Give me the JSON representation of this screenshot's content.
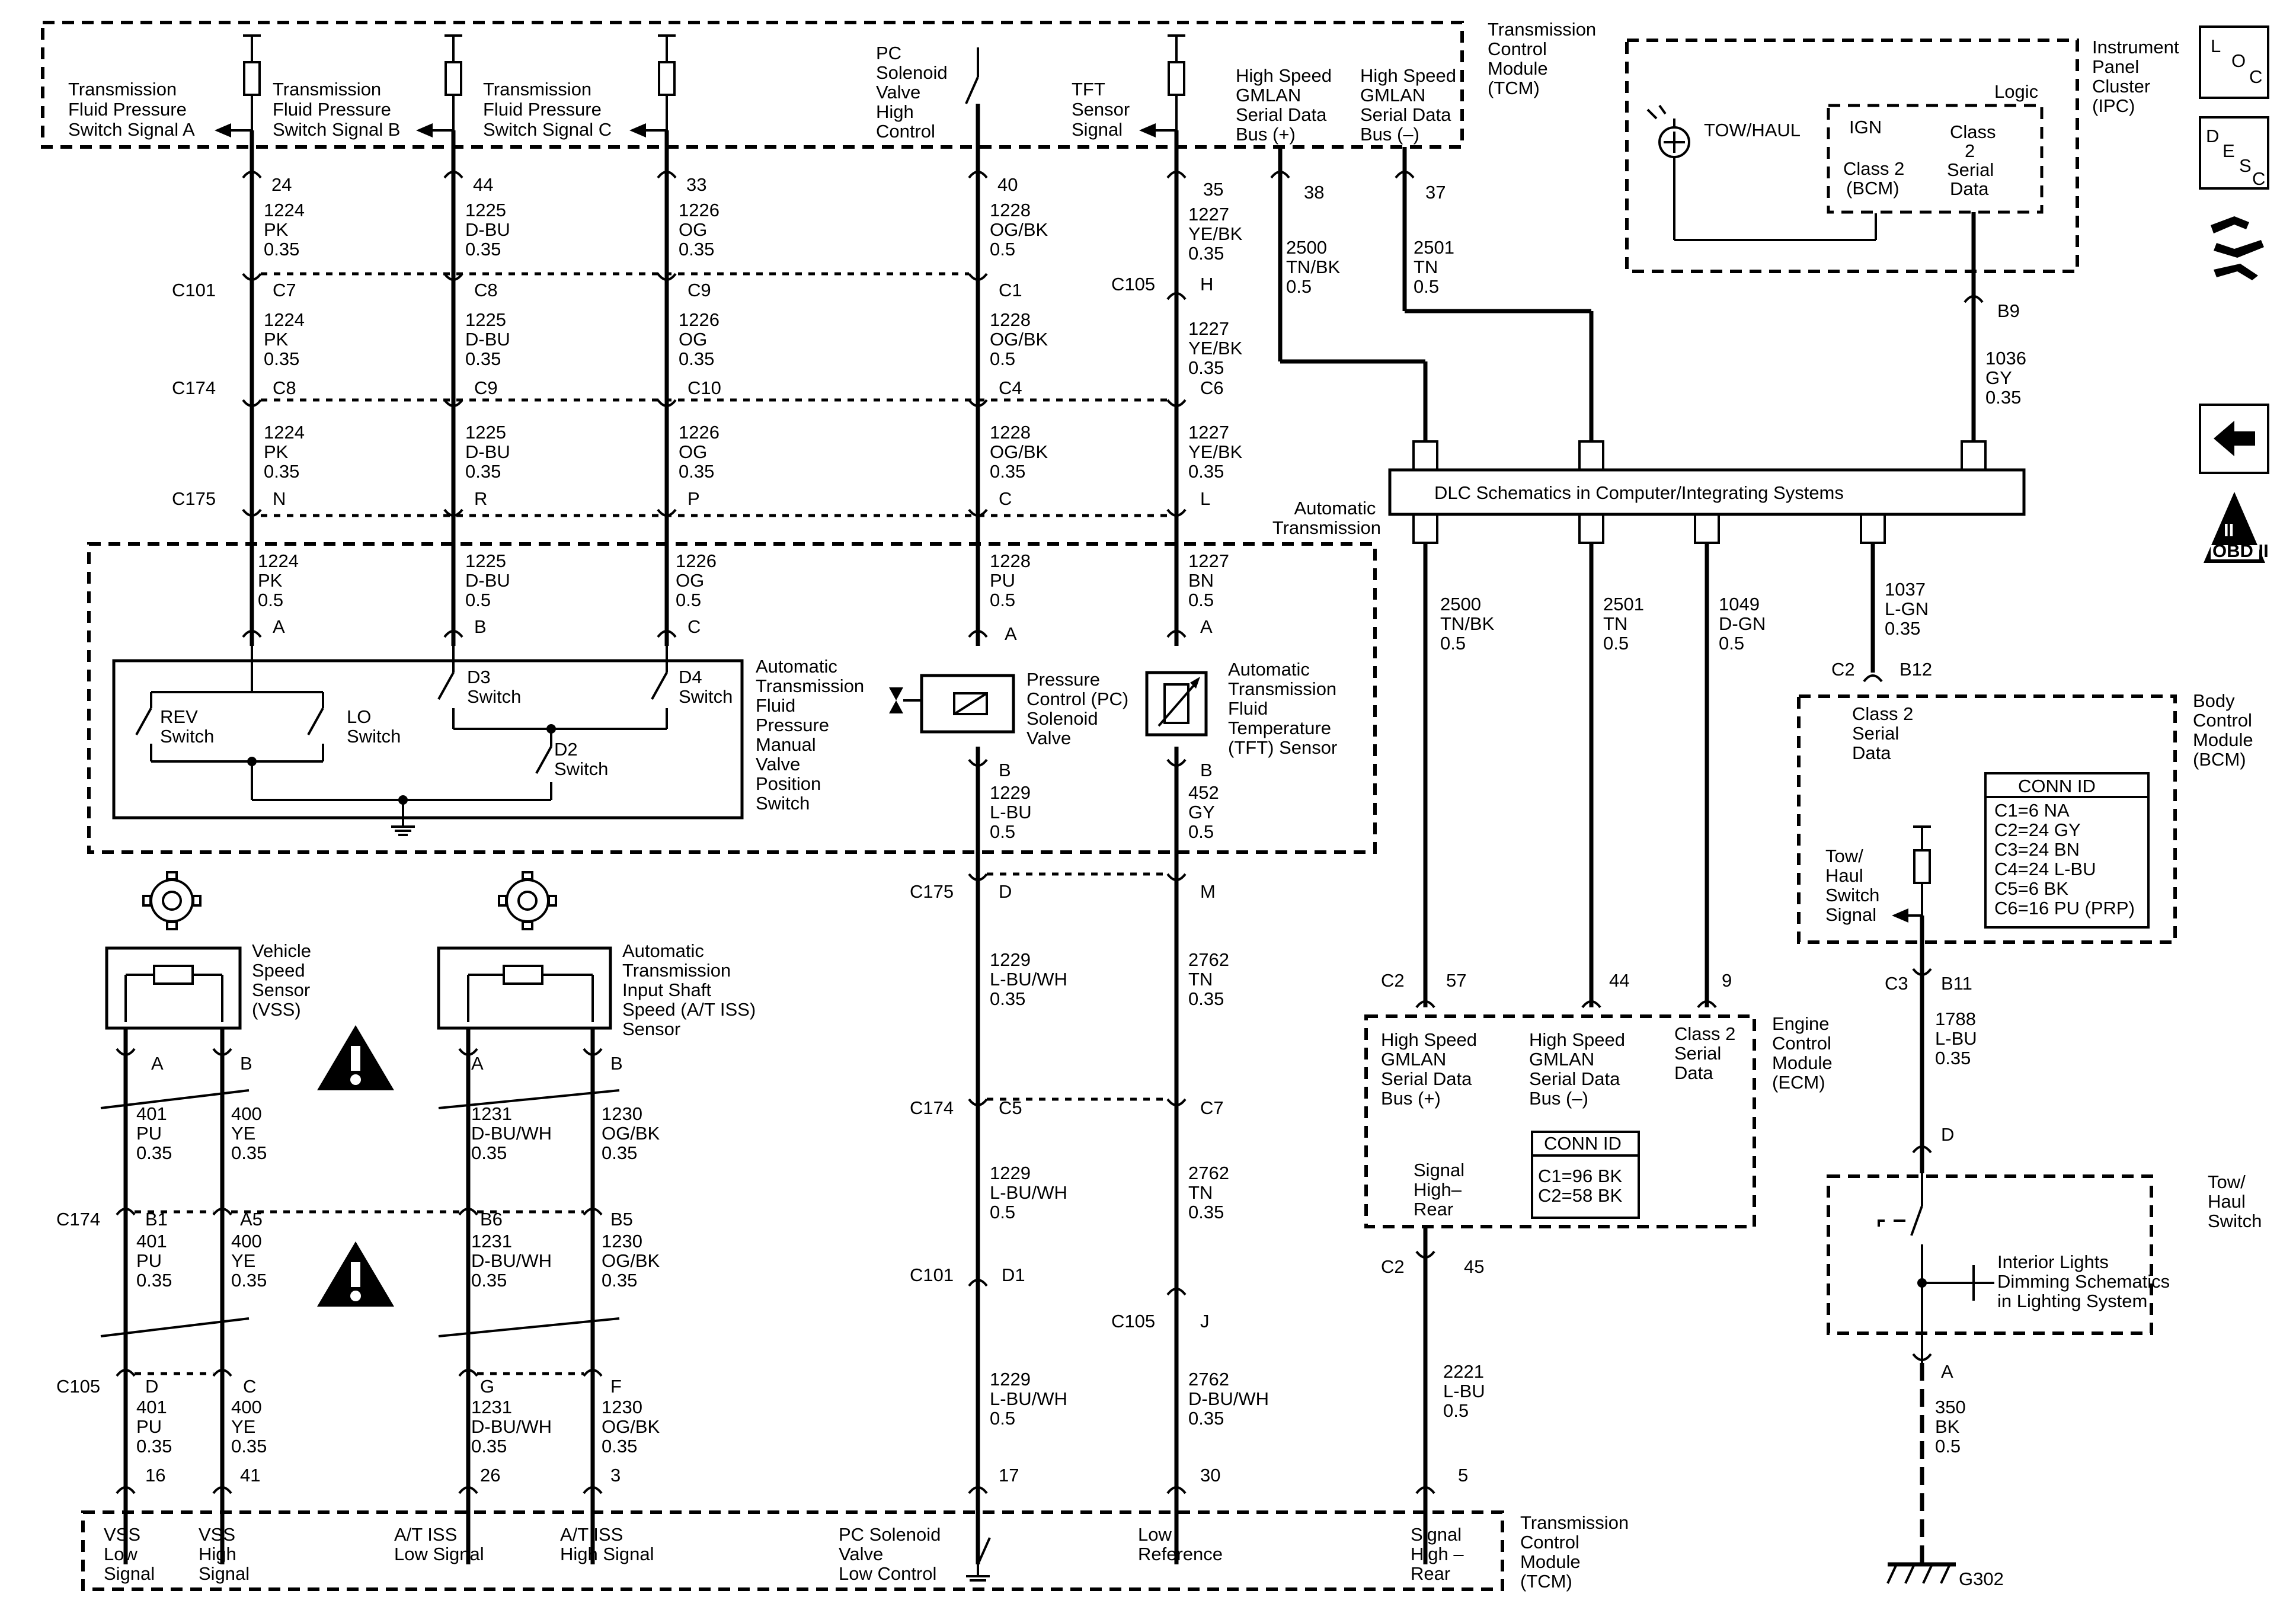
{
  "modules": {
    "tcm_top": [
      "Transmission",
      "Control",
      "Module",
      "(TCM)"
    ],
    "tcm_bottom": [
      "Transmission",
      "Control",
      "Module",
      "(TCM)"
    ],
    "ipc": [
      "Instrument",
      "Panel",
      "Cluster",
      "(IPC)"
    ],
    "bcm": [
      "Body",
      "Control",
      "Module",
      "(BCM)"
    ],
    "ecm": [
      "Engine",
      "Control",
      "Module",
      "(ECM)"
    ],
    "tow_haul_switch": [
      "Tow/",
      "Haul",
      "Switch"
    ],
    "auto_trans": [
      "Automatic",
      "Transmission"
    ]
  },
  "tcm_top_signals": {
    "tfp_a": [
      "Transmission",
      "Fluid Pressure",
      "Switch Signal A"
    ],
    "tfp_b": [
      "Transmission",
      "Fluid Pressure",
      "Switch Signal B"
    ],
    "tfp_c": [
      "Transmission",
      "Fluid Pressure",
      "Switch Signal C"
    ],
    "pc_high": [
      "PC",
      "Solenoid",
      "Valve",
      "High",
      "Control"
    ],
    "tft_signal": [
      "TFT",
      "Sensor",
      "Signal"
    ],
    "gmlan_plus": [
      "High Speed",
      "GMLAN",
      "Serial Data",
      "Bus (+)"
    ],
    "gmlan_minus": [
      "High Speed",
      "GMLAN",
      "Serial Data",
      "Bus (–)"
    ]
  },
  "ipc": {
    "tow_haul": "TOW/HAUL",
    "logic": "Logic",
    "ign": "IGN",
    "class2_bcm": [
      "Class 2",
      "(BCM)"
    ],
    "class2_serial": [
      "Class",
      "2",
      "Serial",
      "Data"
    ]
  },
  "dlc": "DLC Schematics in Computer/Integrating Systems",
  "wires": {
    "a_tcm": [
      "24",
      "1224",
      "PK",
      "0.35"
    ],
    "b_tcm": [
      "44",
      "1225",
      "D-BU",
      "0.35"
    ],
    "c_tcm": [
      "33",
      "1226",
      "OG",
      "0.35"
    ],
    "pc_tcm": [
      "40",
      "1228",
      "OG/BK",
      "0.5"
    ],
    "tft_tcm": [
      "35",
      "1227",
      "YE/BK",
      "0.35"
    ],
    "g38": [
      "38",
      "2500",
      "TN/BK",
      "0.5"
    ],
    "g37": [
      "37",
      "2501",
      "TN",
      "0.5"
    ],
    "a_101": [
      "1224",
      "PK",
      "0.35"
    ],
    "b_101": [
      "1225",
      "D-BU",
      "0.35"
    ],
    "c_101": [
      "1226",
      "OG",
      "0.35"
    ],
    "pc_101": [
      "1228",
      "OG/BK",
      "0.5"
    ],
    "tft_105": [
      "1227",
      "YE/BK",
      "0.35"
    ],
    "a_174": [
      "1224",
      "PK",
      "0.35"
    ],
    "b_174": [
      "1225",
      "D-BU",
      "0.35"
    ],
    "c_174": [
      "1226",
      "OG",
      "0.35"
    ],
    "pc_174": [
      "1228",
      "OG/BK",
      "0.35"
    ],
    "tft_174": [
      "1227",
      "YE/BK",
      "0.35"
    ],
    "a_175": [
      "1224",
      "PK",
      "0.5"
    ],
    "b_175": [
      "1225",
      "D-BU",
      "0.5"
    ],
    "c_175": [
      "1226",
      "OG",
      "0.5"
    ],
    "pc_175": [
      "1228",
      "PU",
      "0.5"
    ],
    "tft_175": [
      "1227",
      "BN",
      "0.5"
    ],
    "pc_b": [
      "1229",
      "L-BU",
      "0.5"
    ],
    "tft_b": [
      "452",
      "GY",
      "0.5"
    ],
    "pc_m1": [
      "1229",
      "L-BU/WH",
      "0.35"
    ],
    "tft_m1": [
      "2762",
      "TN",
      "0.35"
    ],
    "pc_m2": [
      "1229",
      "L-BU/WH",
      "0.5"
    ],
    "tft_m2": [
      "2762",
      "TN",
      "0.35"
    ],
    "pc_m3": [
      "1229",
      "L-BU/WH",
      "0.5"
    ],
    "tft_m3": [
      "2762",
      "D-BU/WH",
      "0.35"
    ],
    "ipc_b9": [
      "1036",
      "GY",
      "0.35"
    ],
    "dlc_2500": [
      "2500",
      "TN/BK",
      "0.5"
    ],
    "dlc_2501": [
      "2501",
      "TN",
      "0.5"
    ],
    "dlc_1049": [
      "1049",
      "D-GN",
      "0.5"
    ],
    "dlc_1037": [
      "1037",
      "L-GN",
      "0.35"
    ],
    "vss_a1": [
      "401",
      "PU",
      "0.35"
    ],
    "vss_b1": [
      "400",
      "YE",
      "0.35"
    ],
    "iss_a1": [
      "1231",
      "D-BU/WH",
      "0.35"
    ],
    "iss_b1": [
      "1230",
      "OG/BK",
      "0.35"
    ],
    "vss_a2": [
      "401",
      "PU",
      "0.35"
    ],
    "vss_b2": [
      "400",
      "YE",
      "0.35"
    ],
    "iss_a2": [
      "1231",
      "D-BU/WH",
      "0.35"
    ],
    "iss_b2": [
      "1230",
      "OG/BK",
      "0.35"
    ],
    "vss_a3": [
      "401",
      "PU",
      "0.35"
    ],
    "vss_b3": [
      "400",
      "YE",
      "0.35"
    ],
    "iss_a3": [
      "1231",
      "D-BU/WH",
      "0.35"
    ],
    "iss_b3": [
      "1230",
      "OG/BK",
      "0.35"
    ],
    "ecm_out": [
      "2221",
      "L-BU",
      "0.5"
    ],
    "bcm_b11": [
      "1788",
      "L-BU",
      "0.35"
    ],
    "ground": [
      "350",
      "BK",
      "0.5"
    ]
  },
  "connectors": {
    "c101": "C101",
    "c174": "C174",
    "c175": "C175",
    "c105": "C105",
    "c2": "C2",
    "c3": "C3",
    "g302": "G302"
  },
  "pins": {
    "c7": "C7",
    "c8": "C8",
    "c9": "C9",
    "c1": "C1",
    "h": "H",
    "c8b": "C8",
    "c9b": "C9",
    "c10": "C10",
    "c4": "C4",
    "c6": "C6",
    "n": "N",
    "r": "R",
    "p": "P",
    "c": "C",
    "l": "L",
    "a": "A",
    "b": "B",
    "cc": "C",
    "pa": "A",
    "ta": "A",
    "pb": "B",
    "tb": "B",
    "d": "D",
    "m": "M",
    "c5": "C5",
    "c7b": "C7",
    "d1": "D1",
    "j": "J",
    "va": "A",
    "vb": "B",
    "ia": "A",
    "ib": "B",
    "b1": "B1",
    "a5": "A5",
    "b6": "B6",
    "b5": "B5",
    "vd": "D",
    "vc": "C",
    "ig": "G",
    "if": "F",
    "n16": "16",
    "n41": "41",
    "n26": "26",
    "n3": "3",
    "n17": "17",
    "n30": "30",
    "n5": "5",
    "b9": "B9",
    "b12": "B12",
    "n57": "57",
    "n44": "44",
    "n9": "9",
    "n45": "45",
    "b11": "B11",
    "sw_d": "D",
    "sw_a": "A"
  },
  "switches": {
    "rev": [
      "REV",
      "Switch"
    ],
    "lo": [
      "LO",
      "Switch"
    ],
    "d3": [
      "D3",
      "Switch"
    ],
    "d4": [
      "D4",
      "Switch"
    ],
    "d2": [
      "D2",
      "Switch"
    ],
    "tfp_manual": [
      "Automatic",
      "Transmission",
      "Fluid",
      "Pressure",
      "Manual",
      "Valve",
      "Position",
      "Switch"
    ]
  },
  "components": {
    "pc_solenoid": [
      "Pressure",
      "Control (PC)",
      "Solenoid",
      "Valve"
    ],
    "tft_sensor": [
      "Automatic",
      "Transmission",
      "Fluid",
      "Temperature",
      "(TFT) Sensor"
    ],
    "vss": [
      "Vehicle",
      "Speed",
      "Sensor",
      "(VSS)"
    ],
    "iss": [
      "Automatic",
      "Transmission",
      "Input Shaft",
      "Speed (A/T ISS)",
      "Sensor"
    ]
  },
  "tcm_bottom_signals": {
    "vss_low": [
      "VSS",
      "Low",
      "Signal"
    ],
    "vss_high": [
      "VSS",
      "High",
      "Signal"
    ],
    "iss_low": [
      "A/T ISS",
      "Low Signal"
    ],
    "iss_high": [
      "A/T ISS",
      "High Signal"
    ],
    "pc_low": [
      "PC Solenoid",
      "Valve",
      "Low Control"
    ],
    "low_ref": [
      "Low",
      "Reference"
    ],
    "sig_high_rear": [
      "Signal",
      "High –",
      "Rear"
    ]
  },
  "bcm": {
    "class2": [
      "Class 2",
      "Serial",
      "Data"
    ],
    "tow_signal": [
      "Tow/",
      "Haul",
      "Switch",
      "Signal"
    ],
    "conn_title": "CONN ID",
    "conn": [
      "C1=6 NA",
      "C2=24 GY",
      "C3=24 BN",
      "C4=24 L-BU",
      "C5=6 BK",
      "C6=16 PU (PRP)"
    ]
  },
  "ecm": {
    "gmlan_plus": [
      "High Speed",
      "GMLAN",
      "Serial Data",
      "Bus (+)"
    ],
    "gmlan_minus": [
      "High Speed",
      "GMLAN",
      "Serial Data",
      "Bus (–)"
    ],
    "class2": [
      "Class 2",
      "Serial",
      "Data"
    ],
    "sig_high_rear": [
      "Signal",
      "High–",
      "Rear"
    ],
    "conn_title": "CONN ID",
    "conn": [
      "C1=96 BK",
      "C2=58 BK"
    ]
  },
  "tow_switch": {
    "interior": [
      "Interior Lights",
      "Dimming Schematics",
      "in Lighting System"
    ]
  },
  "icons": {
    "loc": [
      "L",
      "O",
      "C"
    ],
    "desc": [
      "D",
      "E",
      "S",
      "C"
    ],
    "obd": [
      "II",
      "OBD II"
    ],
    "names": [
      "loc-icon",
      "desc-icon",
      "wrench-icon",
      "back-arrow-icon",
      "obd-ii-icon",
      "gear-icon",
      "warning-icon",
      "ground-icon",
      "lamp-icon"
    ]
  }
}
